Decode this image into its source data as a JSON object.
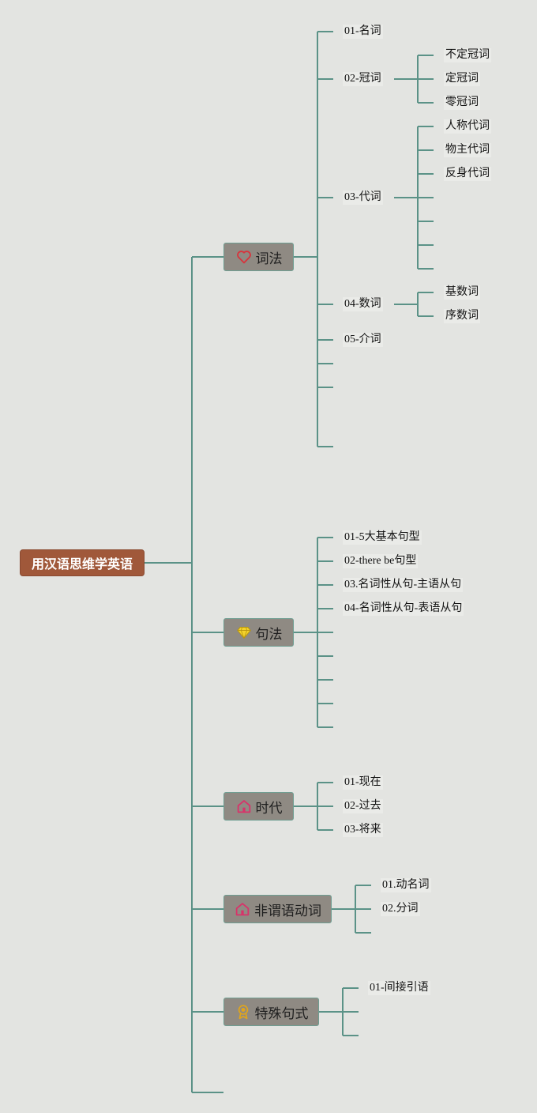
{
  "root": {
    "label": "用汉语思维学英语"
  },
  "branches": {
    "cifa": {
      "label": "词法",
      "icon": "heart-icon",
      "items": {
        "mingci": "01-名词",
        "guanci": "02-冠词",
        "daici": "03-代词",
        "shuci": "04-数词",
        "jieci": "05-介词"
      },
      "guanci_children": [
        "不定冠词",
        "定冠词",
        "零冠词"
      ],
      "daici_children": [
        "人称代词",
        "物主代词",
        "反身代词"
      ],
      "shuci_children": [
        "基数词",
        "序数词"
      ]
    },
    "jufa": {
      "label": "句法",
      "icon": "diamond-icon",
      "items": [
        "01-5大基本句型",
        "02-there be句型",
        "03.名词性从句-主语从句",
        "04-名词性从句-表语从句"
      ]
    },
    "shidai": {
      "label": "时代",
      "icon": "home-icon",
      "items": [
        "01-现在",
        "02-过去",
        "03-将来"
      ]
    },
    "feiwei": {
      "label": "非谓语动词",
      "icon": "home-icon",
      "items": [
        "01.动名词",
        "02.分词"
      ]
    },
    "teshu": {
      "label": "特殊句式",
      "icon": "award-icon",
      "items": [
        "01-间接引语"
      ]
    }
  },
  "colors": {
    "connector": "#5b9287",
    "root_fill": "#a0583a",
    "branch_fill": "#8f8a83",
    "background": "#e3e4e1"
  }
}
